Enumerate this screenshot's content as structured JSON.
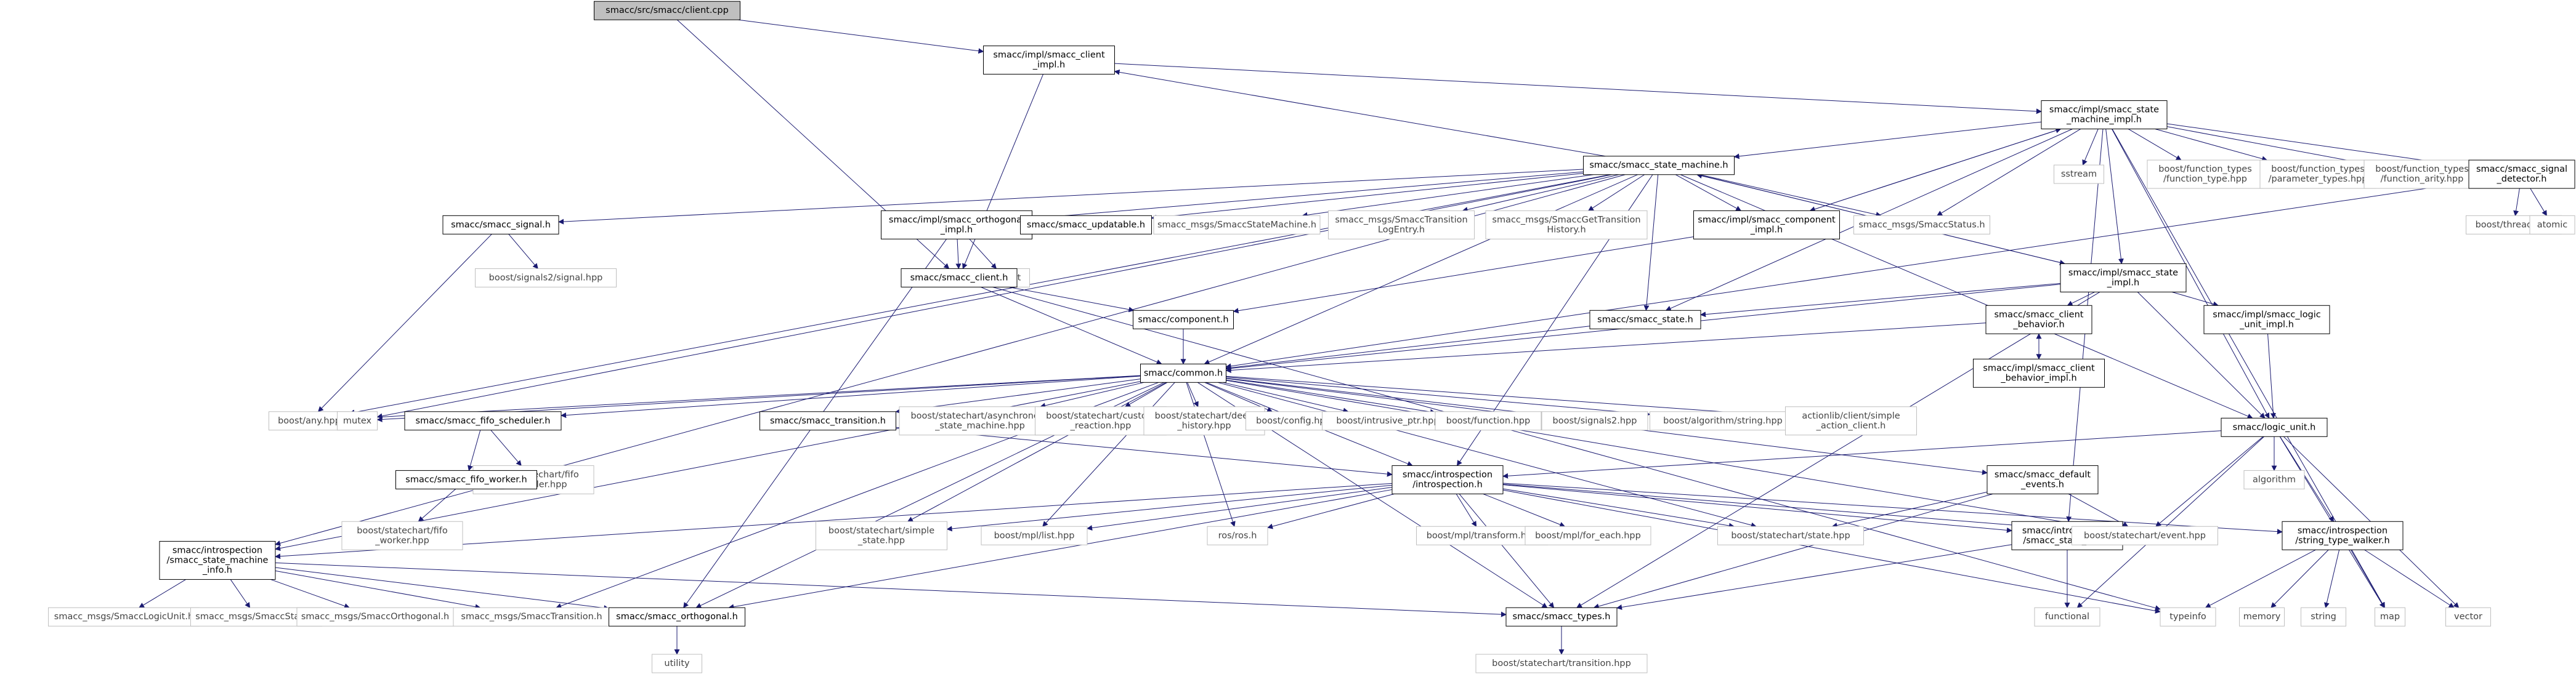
{
  "graph": {
    "colors": {
      "edge": "#191970",
      "node_border_doc": "#000000",
      "node_border_ext": "#bfbfbf",
      "root_fill": "#bfbfbf",
      "text_doc": "#000000",
      "text_ext": "#444444"
    },
    "nodes": [
      {
        "id": "n00",
        "kind": "root",
        "lines": [
          "smacc/src/smacc/client.cpp"
        ]
      },
      {
        "id": "n01",
        "kind": "doc",
        "lines": [
          "smacc/impl/smacc_client",
          "_impl.h"
        ]
      },
      {
        "id": "n02",
        "kind": "doc",
        "lines": [
          "smacc/impl/smacc_state",
          "_machine_impl.h"
        ]
      },
      {
        "id": "n03",
        "kind": "doc",
        "lines": [
          "smacc/smacc_state_machine.h"
        ]
      },
      {
        "id": "n04",
        "kind": "doc",
        "lines": [
          "smacc/smacc_signal.h"
        ]
      },
      {
        "id": "n05",
        "kind": "doc",
        "lines": [
          "smacc/impl/smacc_orthogonal",
          "_impl.h"
        ]
      },
      {
        "id": "n06",
        "kind": "doc",
        "lines": [
          "smacc/smacc_updatable.h"
        ]
      },
      {
        "id": "n07",
        "kind": "ext",
        "lines": [
          "smacc_msgs/SmaccStateMachine.h"
        ]
      },
      {
        "id": "n08",
        "kind": "ext",
        "lines": [
          "smacc_msgs/SmaccTransition",
          "LogEntry.h"
        ]
      },
      {
        "id": "n09",
        "kind": "ext",
        "lines": [
          "smacc_msgs/SmaccGetTransition",
          "History.h"
        ]
      },
      {
        "id": "n10",
        "kind": "doc",
        "lines": [
          "smacc/impl/smacc_component",
          "_impl.h"
        ]
      },
      {
        "id": "n11",
        "kind": "ext",
        "lines": [
          "sstream"
        ]
      },
      {
        "id": "n12",
        "kind": "ext",
        "lines": [
          "boost/function_types",
          "/function_type.hpp"
        ]
      },
      {
        "id": "n13",
        "kind": "ext",
        "lines": [
          "boost/function_types",
          "/parameter_types.hpp"
        ]
      },
      {
        "id": "n14",
        "kind": "ext",
        "lines": [
          "boost/function_types",
          "/function_arity.hpp"
        ]
      },
      {
        "id": "n15",
        "kind": "doc",
        "lines": [
          "smacc/smacc_signal",
          "_detector.h"
        ]
      },
      {
        "id": "n16",
        "kind": "ext",
        "lines": [
          "boost/signals2/signal.hpp"
        ]
      },
      {
        "id": "n17",
        "kind": "ext",
        "lines": [
          "cassert"
        ]
      },
      {
        "id": "n18",
        "kind": "doc",
        "lines": [
          "smacc/smacc_client.h"
        ]
      },
      {
        "id": "n19",
        "kind": "ext",
        "lines": [
          "smacc_msgs/SmaccStatus.h"
        ]
      },
      {
        "id": "n20",
        "kind": "ext",
        "lines": [
          "boost/thread.hpp"
        ]
      },
      {
        "id": "n21",
        "kind": "ext",
        "lines": [
          "atomic"
        ]
      },
      {
        "id": "n22",
        "kind": "doc",
        "lines": [
          "smacc/impl/smacc_state",
          "_impl.h"
        ]
      },
      {
        "id": "n23",
        "kind": "doc",
        "lines": [
          "smacc/component.h"
        ]
      },
      {
        "id": "n24",
        "kind": "doc",
        "lines": [
          "smacc/smacc_state.h"
        ]
      },
      {
        "id": "n25",
        "kind": "doc",
        "lines": [
          "smacc/smacc_client",
          "_behavior.h"
        ]
      },
      {
        "id": "n26",
        "kind": "doc",
        "lines": [
          "smacc/impl/smacc_logic",
          "_unit_impl.h"
        ]
      },
      {
        "id": "n27",
        "kind": "doc",
        "lines": [
          "smacc/impl/smacc_client",
          "_behavior_impl.h"
        ]
      },
      {
        "id": "n28",
        "kind": "doc",
        "lines": [
          "smacc/common.h"
        ]
      },
      {
        "id": "n29",
        "kind": "ext",
        "lines": [
          "boost/any.hpp"
        ]
      },
      {
        "id": "n30",
        "kind": "ext",
        "lines": [
          "mutex"
        ]
      },
      {
        "id": "n31",
        "kind": "doc",
        "lines": [
          "smacc/smacc_fifo_scheduler.h"
        ]
      },
      {
        "id": "n32",
        "kind": "doc",
        "lines": [
          "smacc/smacc_transition.h"
        ]
      },
      {
        "id": "n33",
        "kind": "ext",
        "lines": [
          "boost/statechart/asynchronous",
          "_state_machine.hpp"
        ]
      },
      {
        "id": "n34",
        "kind": "ext",
        "lines": [
          "boost/statechart/custom",
          "_reaction.hpp"
        ]
      },
      {
        "id": "n35",
        "kind": "ext",
        "lines": [
          "boost/statechart/deep",
          "_history.hpp"
        ]
      },
      {
        "id": "n36",
        "kind": "ext",
        "lines": [
          "boost/config.hpp"
        ]
      },
      {
        "id": "n37",
        "kind": "ext",
        "lines": [
          "boost/intrusive_ptr.hpp"
        ]
      },
      {
        "id": "n38",
        "kind": "ext",
        "lines": [
          "boost/function.hpp"
        ]
      },
      {
        "id": "n39",
        "kind": "ext",
        "lines": [
          "boost/signals2.hpp"
        ]
      },
      {
        "id": "n40",
        "kind": "ext",
        "lines": [
          "boost/algorithm/string.hpp"
        ]
      },
      {
        "id": "n41",
        "kind": "ext",
        "lines": [
          "actionlib/client/simple",
          "_action_client.h"
        ]
      },
      {
        "id": "n42",
        "kind": "doc",
        "lines": [
          "smacc/logic_unit.h"
        ]
      },
      {
        "id": "n43",
        "kind": "ext",
        "lines": [
          "boost/statechart/fifo",
          "_scheduler.hpp"
        ]
      },
      {
        "id": "n44",
        "kind": "doc",
        "lines": [
          "smacc/smacc_fifo_worker.h"
        ]
      },
      {
        "id": "n45",
        "kind": "doc",
        "lines": [
          "smacc/introspection",
          "/introspection.h"
        ]
      },
      {
        "id": "n46",
        "kind": "doc",
        "lines": [
          "smacc/smacc_default",
          "_events.h"
        ]
      },
      {
        "id": "n47",
        "kind": "ext",
        "lines": [
          "algorithm"
        ]
      },
      {
        "id": "n48",
        "kind": "ext",
        "lines": [
          "boost/statechart/fifo",
          "_worker.hpp"
        ]
      },
      {
        "id": "n49",
        "kind": "doc",
        "lines": [
          "smacc/introspection",
          "/smacc_state_machine",
          "_info.h"
        ]
      },
      {
        "id": "n50",
        "kind": "ext",
        "lines": [
          "boost/statechart/simple",
          "_state.hpp"
        ]
      },
      {
        "id": "n51",
        "kind": "ext",
        "lines": [
          "boost/mpl/list.hpp"
        ]
      },
      {
        "id": "n52",
        "kind": "ext",
        "lines": [
          "ros/ros.h"
        ]
      },
      {
        "id": "n53",
        "kind": "ext",
        "lines": [
          "boost/mpl/transform.hpp"
        ]
      },
      {
        "id": "n54",
        "kind": "ext",
        "lines": [
          "boost/mpl/for_each.hpp"
        ]
      },
      {
        "id": "n55",
        "kind": "ext",
        "lines": [
          "boost/statechart/state.hpp"
        ]
      },
      {
        "id": "n56",
        "kind": "doc",
        "lines": [
          "smacc/introspection",
          "/smacc_state_info.h"
        ]
      },
      {
        "id": "n57",
        "kind": "ext",
        "lines": [
          "boost/statechart/event.hpp"
        ]
      },
      {
        "id": "n58",
        "kind": "doc",
        "lines": [
          "smacc/introspection",
          "/string_type_walker.h"
        ]
      },
      {
        "id": "n59",
        "kind": "ext",
        "lines": [
          "smacc_msgs/SmaccLogicUnit.h"
        ]
      },
      {
        "id": "n60",
        "kind": "ext",
        "lines": [
          "smacc_msgs/SmaccState.h"
        ]
      },
      {
        "id": "n61",
        "kind": "ext",
        "lines": [
          "smacc_msgs/SmaccOrthogonal.h"
        ]
      },
      {
        "id": "n62",
        "kind": "ext",
        "lines": [
          "smacc_msgs/SmaccTransition.h"
        ]
      },
      {
        "id": "n63",
        "kind": "doc",
        "lines": [
          "smacc/smacc_orthogonal.h"
        ]
      },
      {
        "id": "n64",
        "kind": "doc",
        "lines": [
          "smacc/smacc_types.h"
        ]
      },
      {
        "id": "n65",
        "kind": "ext",
        "lines": [
          "functional"
        ]
      },
      {
        "id": "n66",
        "kind": "ext",
        "lines": [
          "typeinfo"
        ]
      },
      {
        "id": "n67",
        "kind": "ext",
        "lines": [
          "memory"
        ]
      },
      {
        "id": "n68",
        "kind": "ext",
        "lines": [
          "string"
        ]
      },
      {
        "id": "n69",
        "kind": "ext",
        "lines": [
          "map"
        ]
      },
      {
        "id": "n70",
        "kind": "ext",
        "lines": [
          "vector"
        ]
      },
      {
        "id": "n71",
        "kind": "ext",
        "lines": [
          "utility"
        ]
      },
      {
        "id": "n72",
        "kind": "ext",
        "lines": [
          "boost/statechart/transition.hpp"
        ]
      }
    ],
    "edges": [
      [
        "n00",
        "n01"
      ],
      [
        "n00",
        "n18"
      ],
      [
        "n01",
        "n02"
      ],
      [
        "n01",
        "n18"
      ],
      [
        "n02",
        "n03"
      ],
      [
        "n02",
        "n11"
      ],
      [
        "n02",
        "n12"
      ],
      [
        "n02",
        "n13"
      ],
      [
        "n02",
        "n14"
      ],
      [
        "n02",
        "n15"
      ],
      [
        "n02",
        "n19"
      ],
      [
        "n02",
        "n10"
      ],
      [
        "n02",
        "n22"
      ],
      [
        "n02",
        "n24"
      ],
      [
        "n02",
        "n42"
      ],
      [
        "n02",
        "n69"
      ],
      [
        "n02",
        "n56"
      ],
      [
        "n03",
        "n01"
      ],
      [
        "n03",
        "n04"
      ],
      [
        "n03",
        "n05"
      ],
      [
        "n03",
        "n06"
      ],
      [
        "n03",
        "n07"
      ],
      [
        "n03",
        "n08"
      ],
      [
        "n03",
        "n09"
      ],
      [
        "n03",
        "n10"
      ],
      [
        "n03",
        "n19"
      ],
      [
        "n03",
        "n22"
      ],
      [
        "n03",
        "n24"
      ],
      [
        "n03",
        "n28"
      ],
      [
        "n03",
        "n29"
      ],
      [
        "n03",
        "n30"
      ],
      [
        "n03",
        "n45"
      ],
      [
        "n03",
        "n49"
      ],
      [
        "n03",
        "n42"
      ],
      [
        "n04",
        "n16"
      ],
      [
        "n04",
        "n29"
      ],
      [
        "n05",
        "n17"
      ],
      [
        "n05",
        "n18"
      ],
      [
        "n05",
        "n63"
      ],
      [
        "n10",
        "n23"
      ],
      [
        "n10",
        "n02"
      ],
      [
        "n15",
        "n20"
      ],
      [
        "n15",
        "n21"
      ],
      [
        "n15",
        "n28"
      ],
      [
        "n18",
        "n23"
      ],
      [
        "n18",
        "n28"
      ],
      [
        "n18",
        "n66"
      ],
      [
        "n22",
        "n24"
      ],
      [
        "n22",
        "n25"
      ],
      [
        "n22",
        "n26"
      ],
      [
        "n22",
        "n42"
      ],
      [
        "n22",
        "n28"
      ],
      [
        "n22",
        "n03"
      ],
      [
        "n22",
        "n64"
      ],
      [
        "n23",
        "n28"
      ],
      [
        "n24",
        "n28"
      ],
      [
        "n25",
        "n27"
      ],
      [
        "n25",
        "n28"
      ],
      [
        "n26",
        "n42"
      ],
      [
        "n27",
        "n25"
      ],
      [
        "n28",
        "n29"
      ],
      [
        "n28",
        "n30"
      ],
      [
        "n28",
        "n31"
      ],
      [
        "n28",
        "n32"
      ],
      [
        "n28",
        "n33"
      ],
      [
        "n28",
        "n34"
      ],
      [
        "n28",
        "n35"
      ],
      [
        "n28",
        "n36"
      ],
      [
        "n28",
        "n37"
      ],
      [
        "n28",
        "n38"
      ],
      [
        "n28",
        "n39"
      ],
      [
        "n28",
        "n40"
      ],
      [
        "n28",
        "n41"
      ],
      [
        "n28",
        "n45"
      ],
      [
        "n28",
        "n46"
      ],
      [
        "n28",
        "n49"
      ],
      [
        "n28",
        "n50"
      ],
      [
        "n28",
        "n51"
      ],
      [
        "n28",
        "n52"
      ],
      [
        "n28",
        "n55"
      ],
      [
        "n28",
        "n57"
      ],
      [
        "n28",
        "n63"
      ],
      [
        "n28",
        "n64"
      ],
      [
        "n28",
        "n62"
      ],
      [
        "n31",
        "n43"
      ],
      [
        "n31",
        "n44"
      ],
      [
        "n32",
        "n45"
      ],
      [
        "n44",
        "n48"
      ],
      [
        "n42",
        "n45"
      ],
      [
        "n42",
        "n47"
      ],
      [
        "n42",
        "n57"
      ],
      [
        "n42",
        "n58"
      ],
      [
        "n42",
        "n65"
      ],
      [
        "n42",
        "n69"
      ],
      [
        "n42",
        "n70"
      ],
      [
        "n45",
        "n49"
      ],
      [
        "n45",
        "n50"
      ],
      [
        "n45",
        "n51"
      ],
      [
        "n45",
        "n52"
      ],
      [
        "n45",
        "n53"
      ],
      [
        "n45",
        "n54"
      ],
      [
        "n45",
        "n55"
      ],
      [
        "n45",
        "n56"
      ],
      [
        "n45",
        "n57"
      ],
      [
        "n45",
        "n58"
      ],
      [
        "n45",
        "n63"
      ],
      [
        "n45",
        "n64"
      ],
      [
        "n45",
        "n66"
      ],
      [
        "n46",
        "n55"
      ],
      [
        "n46",
        "n57"
      ],
      [
        "n46",
        "n64"
      ],
      [
        "n49",
        "n59"
      ],
      [
        "n49",
        "n60"
      ],
      [
        "n49",
        "n61"
      ],
      [
        "n49",
        "n62"
      ],
      [
        "n49",
        "n63"
      ],
      [
        "n49",
        "n64"
      ],
      [
        "n56",
        "n64"
      ],
      [
        "n56",
        "n65"
      ],
      [
        "n58",
        "n66"
      ],
      [
        "n58",
        "n67"
      ],
      [
        "n58",
        "n68"
      ],
      [
        "n58",
        "n69"
      ],
      [
        "n58",
        "n70"
      ],
      [
        "n63",
        "n71"
      ],
      [
        "n64",
        "n72"
      ]
    ]
  }
}
